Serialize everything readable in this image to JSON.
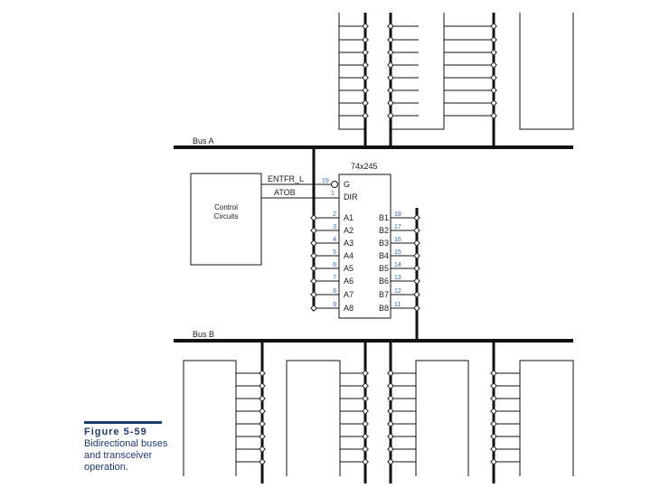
{
  "figure": {
    "number": "Figure 5-59",
    "caption_lines": [
      "Bidirectional buses",
      "and transceiver",
      "operation."
    ]
  },
  "buses": {
    "bus_a": "Bus A",
    "bus_b": "Bus B"
  },
  "control": {
    "box_lines": [
      "Control",
      "Circuits"
    ],
    "signal_enable": "ENTFR_L",
    "signal_dir": "ATOB"
  },
  "chip": {
    "part": "74x245",
    "g_label": "G",
    "dir_label": "DIR",
    "g_pin": "19",
    "dir_pin": "1",
    "a_labels": [
      "A1",
      "A2",
      "A3",
      "A4",
      "A5",
      "A6",
      "A7",
      "A8"
    ],
    "a_pins": [
      "2",
      "3",
      "4",
      "5",
      "6",
      "7",
      "8",
      "9"
    ],
    "b_labels": [
      "B1",
      "B2",
      "B3",
      "B4",
      "B5",
      "B6",
      "B7",
      "B8"
    ],
    "b_pins": [
      "18",
      "17",
      "16",
      "15",
      "14",
      "13",
      "12",
      "11"
    ]
  },
  "colors": {
    "line": "#111111",
    "pin_number": "#2a6cb3",
    "caption": "#1f3a73"
  }
}
